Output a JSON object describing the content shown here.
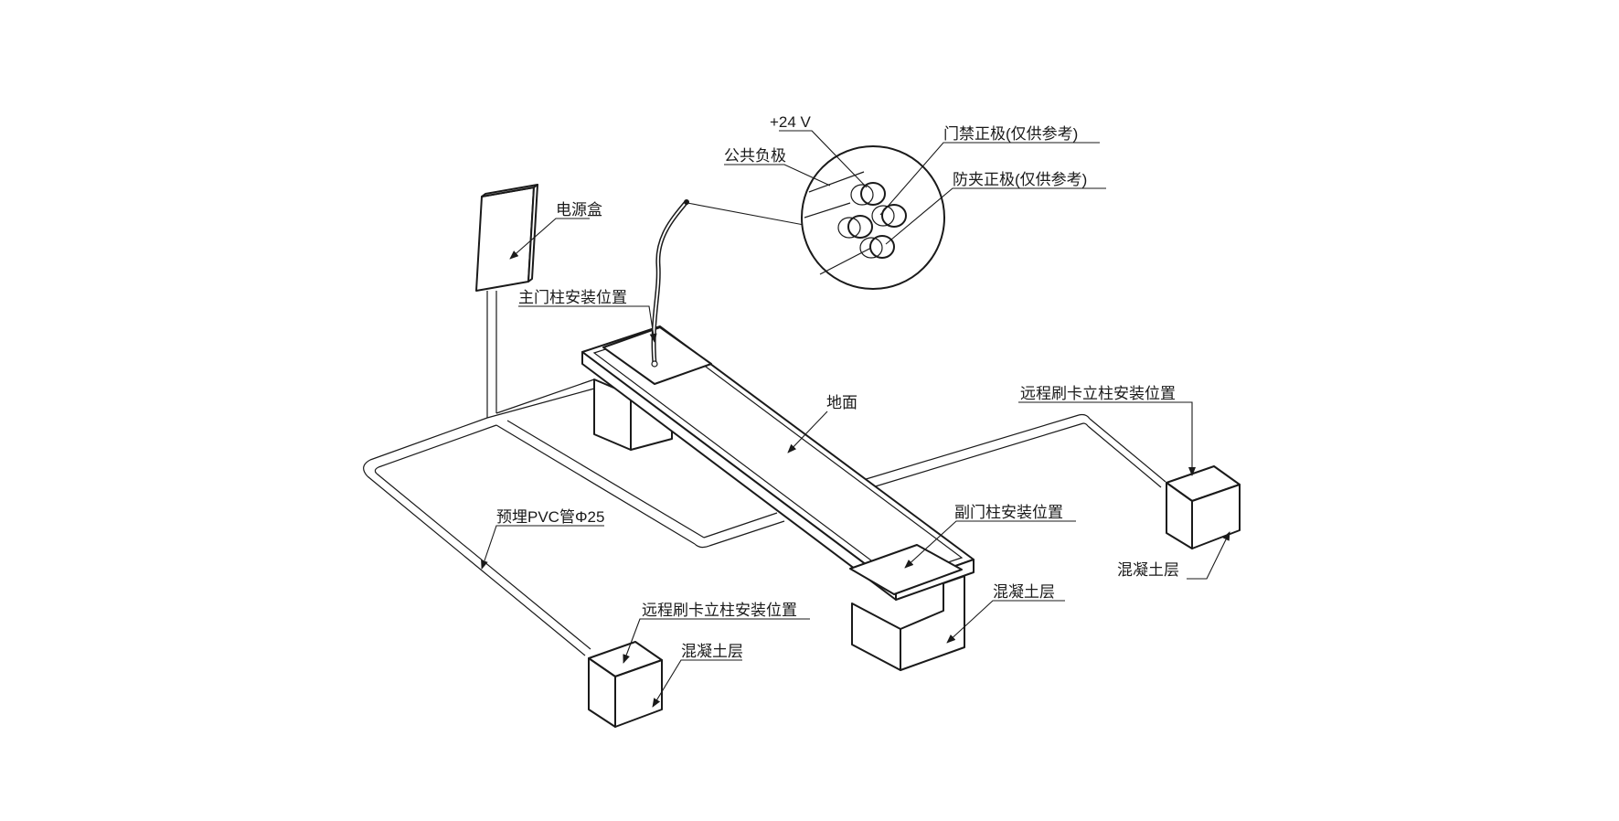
{
  "labels": {
    "power_box": "电源盒",
    "main_post": "主门柱安装位置",
    "ground": "地面",
    "remote_card_right": "远程刷卡立柱安装位置",
    "concrete_right": "混凝土层",
    "sub_post": "副门柱安装位置",
    "concrete_mid": "混凝土层",
    "pvc_pipe": "预埋PVC管Φ25",
    "remote_card_left": "远程刷卡立柱安装位置",
    "concrete_left": "混凝土层",
    "wire_24v": "+24 V",
    "wire_common": "公共负极",
    "wire_access": "门禁正极(仅供参考)",
    "wire_antipinch": "防夹正极(仅供参考)"
  }
}
